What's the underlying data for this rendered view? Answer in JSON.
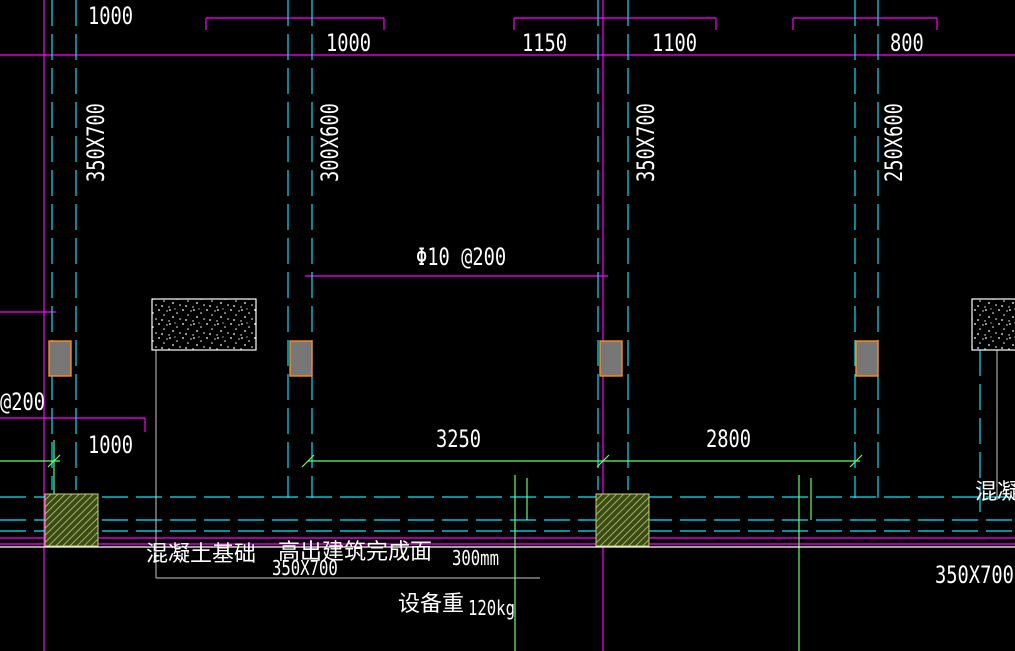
{
  "colors": {
    "background": "#000000",
    "grid_line": "#ff00ff",
    "wall_line": "#00e5ff",
    "dimension_line": "#66ff66",
    "leader_line": "#c8c8c8",
    "column_fill": "#777777",
    "column_outline": "#ff8c1a",
    "text": "#ffffff"
  },
  "dimensions_top": [
    {
      "id": "top-left",
      "text": "1000"
    },
    {
      "id": "top-2",
      "text": "1000"
    },
    {
      "id": "top-3",
      "text": "1150"
    },
    {
      "id": "top-4",
      "text": "1100"
    },
    {
      "id": "top-5",
      "text": "800"
    }
  ],
  "beam_labels": [
    {
      "id": "beam-1",
      "text": "350X700"
    },
    {
      "id": "beam-2",
      "text": "300X600"
    },
    {
      "id": "beam-3",
      "text": "350X700"
    },
    {
      "id": "beam-4",
      "text": "250X600"
    }
  ],
  "rebar_label": "Φ10 @200",
  "rebar_label_left_cut": "@200",
  "dimensions_bottom": [
    {
      "id": "bottom-1",
      "text": "1000"
    },
    {
      "id": "bottom-2",
      "text": "3250"
    },
    {
      "id": "bottom-3",
      "text": "2800"
    }
  ],
  "notes": {
    "concrete_foundation": "混凝土基础",
    "above_finish": "高出建筑完成面",
    "height": "300mm",
    "equipment_weight": "设备重",
    "weight_value": "120kg",
    "beam_bottom_overlap": "350X700",
    "beam_right": "350X700",
    "concrete_cut": "混凝"
  }
}
